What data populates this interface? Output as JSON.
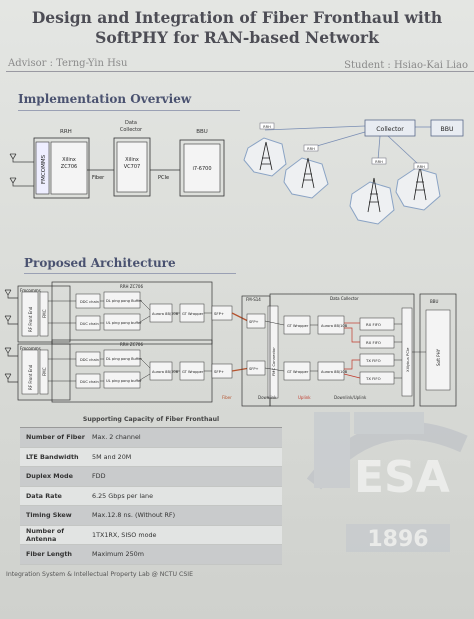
{
  "poster": {
    "title_line1": "Design and Integration of Fiber Fronthaul with",
    "title_line2": "SoftPHY for RAN-based Network",
    "advisor": "Advisor : Terng-Yin Hsu",
    "student": "Student : Hsiao-Kai Liao",
    "footer": "Integration System & Intellectual Property Lab @ NCTU CSIE"
  },
  "overview": {
    "heading": "Implementation Overview",
    "rrh_label": "RRH",
    "rrh_fmc": "FMCOMMS",
    "rrh_board": [
      "Xilinx",
      "ZC706"
    ],
    "fiber_label": "Fiber",
    "collector_label": [
      "Data",
      "Collector"
    ],
    "collector_board": [
      "Xilinx",
      "VC707"
    ],
    "pcie_label": "PCIe",
    "bbu_label": "BBU",
    "bbu_board": "i7-6700",
    "net_collector": "Collector",
    "net_bbu": "BBU",
    "net_rrh": "RRH"
  },
  "arch": {
    "heading": "Proposed Architecture",
    "fmcomms": "Fmcomms",
    "rf_front": "RF Front End",
    "fmc": "FMC",
    "rrh_zc706": "RRH ZC706",
    "ddc": "DDC chain",
    "duc": "DUC chain",
    "dl_buffer": "DL ping pong Buffer",
    "ul_buffer": "UL ping pong buffer",
    "aurora": "Aurora 8B/10B",
    "gt_wrapper": "GT Wrapper",
    "sfp": "SFP+",
    "fm_s14": "FM-S14",
    "fmc_connector": "FMC Connector",
    "data_collector": "Data Collector",
    "bbu": "BBU",
    "rx_fifo": "RX FIFO",
    "tx_fifo": "TX FIFO",
    "xillybus_pcie": "Xillybus PCIe",
    "soft_phy": "Soft PHY",
    "fiber": "Fiber",
    "downlink": "Downlink",
    "uplink": "Uplink",
    "downlink_uplink": "Downlink/Uplink"
  },
  "capacity": {
    "title": "Supporting Capacity of Fiber Fronthaul",
    "rows": [
      {
        "key": "Number of Fiber",
        "value": "Max. 2 channel"
      },
      {
        "key": "LTE Bandwidth",
        "value": "5M and 20M"
      },
      {
        "key": "Duplex Mode",
        "value": "FDD"
      },
      {
        "key": "Data Rate",
        "value": "6.25 Gbps per lane"
      },
      {
        "key": "Timing Skew",
        "value": "Max.12.8 ns. (Without RF)"
      },
      {
        "key": "Number of Antenna",
        "value": "1TX1RX, SISO mode"
      },
      {
        "key": "Fiber Length",
        "value": "Maximum 250m"
      }
    ]
  },
  "logo": {
    "letters": "ESA",
    "year": "1896"
  },
  "colors": {
    "title": "#4d4d55",
    "section": "#4a5270",
    "fiber_link": "#b5532e"
  }
}
